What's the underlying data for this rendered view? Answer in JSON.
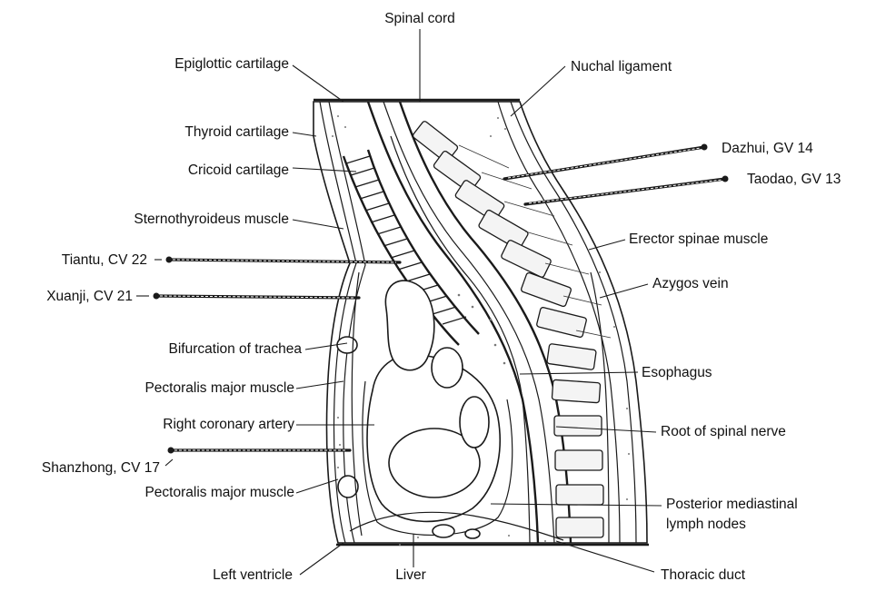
{
  "labels_left": [
    "Epiglottic cartilage",
    "Thyroid cartilage",
    "Cricoid cartilage",
    "Sternothyroideus muscle",
    "Bifurcation of trachea",
    "Pectoralis major muscle",
    "Right coronary artery",
    "Pectoralis major muscle"
  ],
  "labels_right": [
    "Nuchal ligament",
    "Erector spinae muscle",
    "Azygos vein",
    "Esophagus",
    "Root of spinal nerve"
  ],
  "label_posterior_nodes_line1": "Posterior mediastinal",
  "label_posterior_nodes_line2": "lymph nodes",
  "labels_top": {
    "spinal_cord": "Spinal cord"
  },
  "labels_bottom": {
    "left_ventricle": "Left ventricle",
    "liver": "Liver",
    "thoracic_duct": "Thoracic duct"
  },
  "acupoints_anterior": [
    "Tiantu, CV 22",
    "Xuanji, CV 21",
    "Shanzhong, CV 17"
  ],
  "acupoints_posterior": [
    "Dazhui, GV 14",
    "Taodao, GV 13"
  ]
}
